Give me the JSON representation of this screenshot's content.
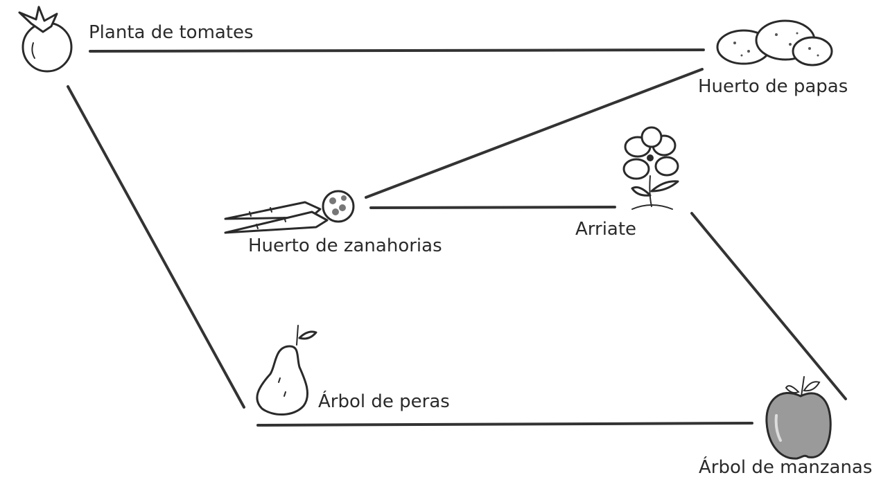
{
  "diagram": {
    "nodes": [
      {
        "id": "tomato",
        "label": "Planta de tomates",
        "icon": "tomato-icon"
      },
      {
        "id": "potato",
        "label": "Huerto de papas",
        "icon": "potato-icon"
      },
      {
        "id": "carrot",
        "label": "Huerto de zanahorias",
        "icon": "carrot-icon"
      },
      {
        "id": "flower",
        "label": "Arriate",
        "icon": "flower-icon"
      },
      {
        "id": "pear",
        "label": "Árbol de peras",
        "icon": "pear-icon"
      },
      {
        "id": "apple",
        "label": "Árbol de manzanas",
        "icon": "apple-icon"
      }
    ],
    "edges": [
      {
        "from": "tomato",
        "to": "potato"
      },
      {
        "from": "tomato",
        "to": "pear"
      },
      {
        "from": "carrot",
        "to": "potato"
      },
      {
        "from": "carrot",
        "to": "flower"
      },
      {
        "from": "flower",
        "to": "apple"
      },
      {
        "from": "pear",
        "to": "apple"
      }
    ]
  }
}
